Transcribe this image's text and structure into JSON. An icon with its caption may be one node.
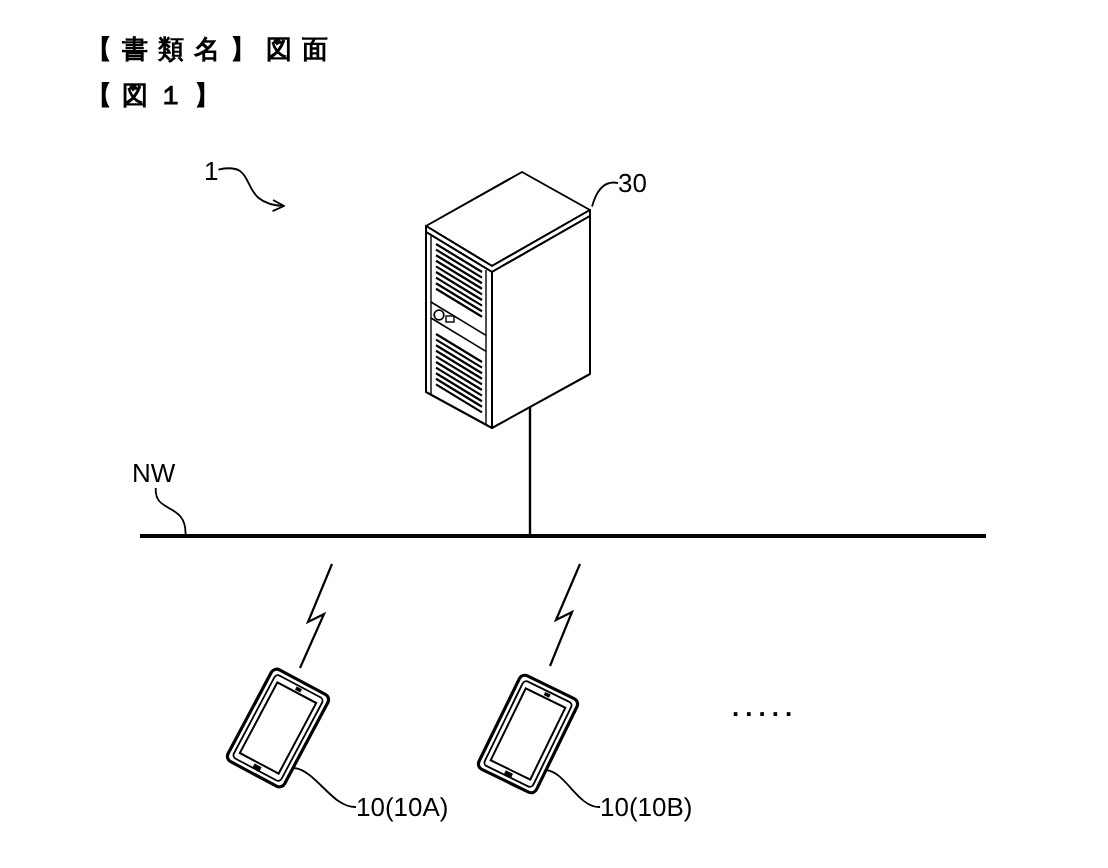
{
  "diagram": {
    "title": "【書類名】図面",
    "nodes": [
      {
        "text": [
          "1"
        ]
      },
      {
        "text": [
          "30"
        ]
      },
      {
        "text": [],
        "shape": "picture"
      },
      {
        "text": [
          "NW"
        ]
      },
      {
        "text": [],
        "shape": "line"
      },
      {
        "text": [],
        "shape": "picture"
      },
      {
        "text": [
          "10(10A)"
        ]
      },
      {
        "text": [],
        "shape": "picture"
      },
      {
        "text": [
          "10(10B)"
        ]
      }
    ],
    "edges": [
      {
        "from": 0,
        "to": null,
        "arrow": "to"
      },
      {
        "from": 1,
        "to": 2,
        "arrow": "none"
      },
      {
        "from": 2,
        "to": 4,
        "arrow": "none"
      },
      {
        "from": 3,
        "to": 4,
        "arrow": "none"
      },
      {
        "from": 6,
        "to": 5,
        "arrow": "none"
      },
      {
        "from": 8,
        "to": 7,
        "arrow": "none"
      }
    ],
    "labels": [
      "【図１】",
      "....."
    ]
  }
}
